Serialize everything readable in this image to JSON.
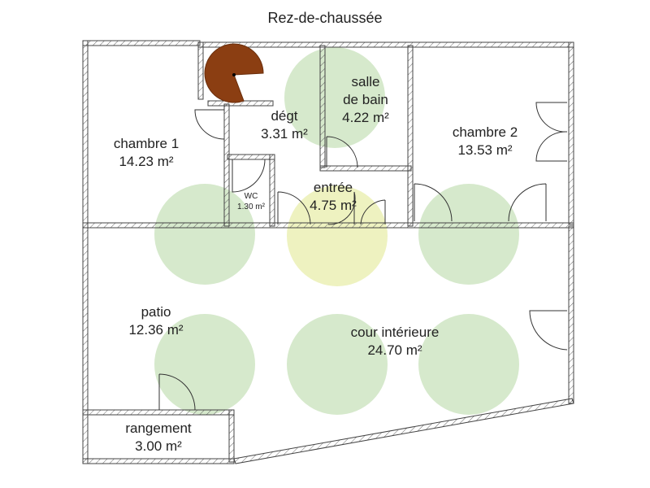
{
  "title": "Rez-de-chaussée",
  "colors": {
    "wall": "#444444",
    "plant": "#d6e9cc",
    "plant_yellow": "#eef2c0",
    "stair": "#8b3e12"
  },
  "rooms": [
    {
      "name": "chambre 1",
      "area": "14.23 m²"
    },
    {
      "name": "dégt",
      "area": "3.31 m²"
    },
    {
      "name": "salle de bain",
      "line1": "salle",
      "line2": "de bain",
      "area": "4.22 m²"
    },
    {
      "name": "chambre 2",
      "area": "13.53 m²"
    },
    {
      "name": "WC",
      "area": "1.30 m²"
    },
    {
      "name": "entrée",
      "area": "4.75 m²"
    },
    {
      "name": "patio",
      "area": "12.36 m²"
    },
    {
      "name": "cour intérieure",
      "area": "24.70 m²"
    },
    {
      "name": "rangement",
      "area": "3.00 m²"
    }
  ]
}
